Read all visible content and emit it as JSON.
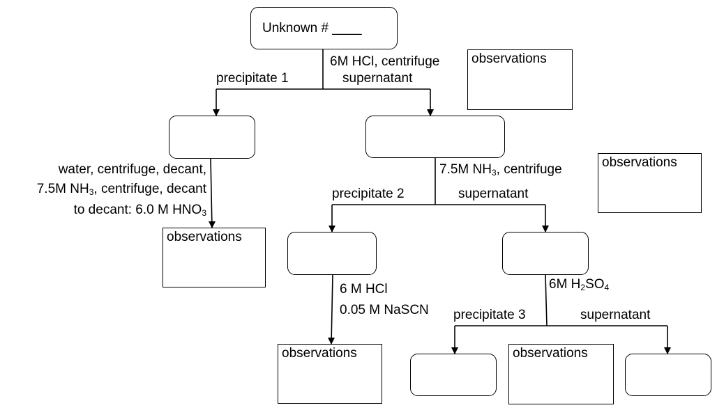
{
  "nodes": {
    "unknown": {
      "text": "Unknown # ____"
    },
    "observations": "observations"
  },
  "steps": {
    "step1": "6M HCl, centrifuge",
    "step2_prefix": "7.5M NH",
    "step2_suffix": ", centrifuge",
    "step3_line1": "water, centrifuge, decant,",
    "step3_line2_prefix": "7.5M NH",
    "step3_line2_suffix": ", centrifuge, decant",
    "step3_line3_prefix": "to decant:  6.0 M HNO",
    "step4_line1": "6 M HCl",
    "step4_line2": "0.05 M NaSCN",
    "step5_prefix": "6M H",
    "step5_mid": "SO",
    "sub3": "3",
    "sub2": "2",
    "sub4": "4"
  },
  "branches": {
    "precipitate1": "precipitate 1",
    "supernatant1": "supernatant",
    "precipitate2": "precipitate 2",
    "supernatant2": "supernatant",
    "precipitate3": "precipitate 3",
    "supernatant3": "supernatant"
  }
}
